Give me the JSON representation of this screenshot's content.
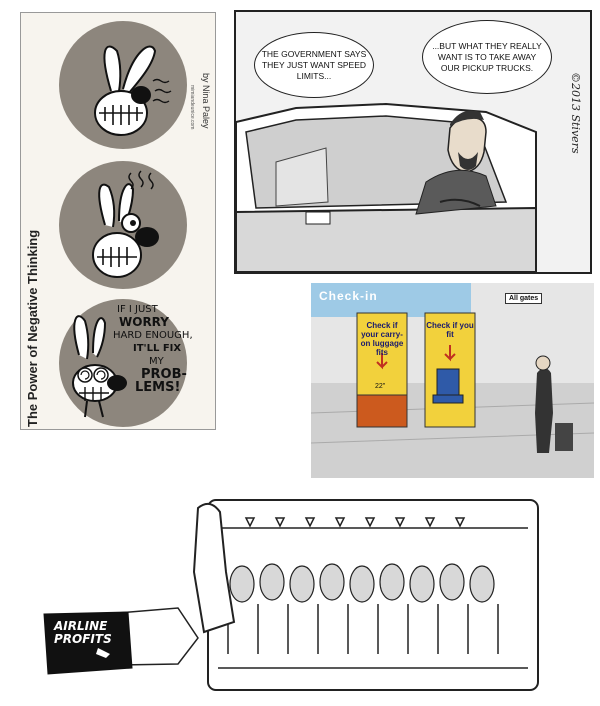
{
  "paley": {
    "title": "The Power of Negative Thinking",
    "byline": "by Nina Paley",
    "url": "mimiandeunice.com",
    "panel3_text": [
      "IF I JUST",
      "WORRY",
      "HARD ENOUGH,",
      "IT'LL FIX",
      "MY",
      "PROB-",
      "LEMS!"
    ]
  },
  "stivers": {
    "bubble_left": "THE GOVERNMENT SAYS THEY JUST WANT SPEED LIMITS...",
    "bubble_right": "...BUT WHAT THEY REALLY WANT IS TO TAKE AWAY OUR PICKUP TRUCKS.",
    "signature": "©2013 Stivers"
  },
  "checkin": {
    "sign": "Check-in",
    "gates": "All gates",
    "sizer_left": "Check if your carry-on luggage fits",
    "sizer_right": "Check if you fit",
    "dimension": "22\""
  },
  "airline": {
    "sleeve": [
      "AIRLINE",
      "PROFITS"
    ]
  },
  "colors": {
    "paley_circle": "#8d867d",
    "sizer_yellow": "#f2d13c",
    "sizer_box": "#cc5a1e",
    "seat_blue": "#2f5aa8",
    "sky_blue": "#9ecae6"
  }
}
